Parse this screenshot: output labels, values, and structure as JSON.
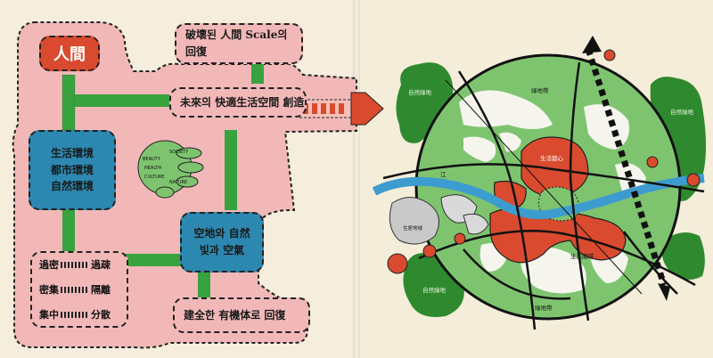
{
  "left_diagram": {
    "human": "人間",
    "restore_scale": "破壞된 人間 Scale의 回復",
    "future_space": "未來의 快適生活空間 創造",
    "environments": [
      "生活環境",
      "都市環境",
      "自然環境"
    ],
    "open_space": [
      "空地와 自然",
      "빛과 空氣"
    ],
    "comparisons": [
      {
        "from": "過密",
        "to": "過疎"
      },
      {
        "from": "密集",
        "to": "隔離"
      },
      {
        "from": "集中",
        "to": "分散"
      }
    ],
    "organic": "建全한 有機体로 回復",
    "green_lobes": [
      "BEAUTY",
      "HEALTH",
      "CULTURE",
      "SOCIETY",
      "NATURE"
    ]
  },
  "right_diagram": {
    "greenbelt_top": "綠地帶",
    "greenbelt_bottom": "綠地帶",
    "city_core": "生活都心",
    "river": "江",
    "living_zone": "生活圈域",
    "residential_left": "住居地域",
    "forest_labels": [
      "自然綠地",
      "自然綠地",
      "自然綠地"
    ]
  },
  "colors": {
    "pink": "#f2b8b8",
    "blue": "#2c88b0",
    "red": "#d94a2e",
    "green": "#7ec46f",
    "dark_green": "#2f8a2f",
    "river": "#3d9ccf"
  }
}
